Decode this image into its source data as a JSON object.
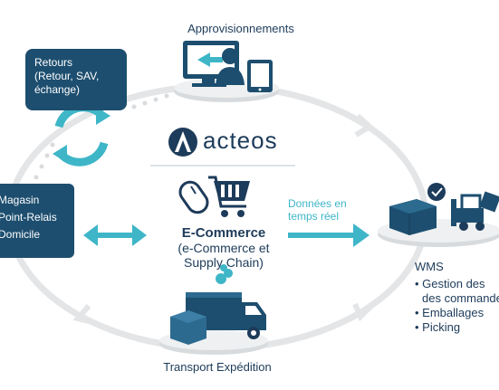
{
  "colors": {
    "navy": "#1d3b5a",
    "box_blue": "#1d4e6f",
    "teal": "#3eb6c8",
    "grey_ring": "#e3e5e7"
  },
  "logo": {
    "text": "acteos"
  },
  "nodes": {
    "top": {
      "label": "Approvisionnements"
    },
    "bottom": {
      "label": "Transport Expédition"
    },
    "center": {
      "title": "E-Commerce",
      "subtitle_line1": "(e-Commerce et",
      "subtitle_line2": "Supply Chain)"
    },
    "retours": {
      "line1": "Retours",
      "line2": "(Retour, SAV,",
      "line3": "échange)"
    },
    "left_box": {
      "line1": "Magasin",
      "line2": "Point-Relais",
      "line3": "Domicile"
    },
    "flow": {
      "line1": "Données en",
      "line2": "temps réel"
    },
    "wms": {
      "title": "WMS",
      "item1_line1": "• Gestion des",
      "item1_line2": "des commandes",
      "item2": "• Emballages",
      "item3": "• Picking"
    }
  },
  "icons": [
    "desktop-supply-icon",
    "tablet-icon",
    "refresh-arrows-icon",
    "acteos-logo-icon",
    "shopping-cart-mouse-icon",
    "forklift-warehouse-icon",
    "delivery-truck-icon"
  ]
}
